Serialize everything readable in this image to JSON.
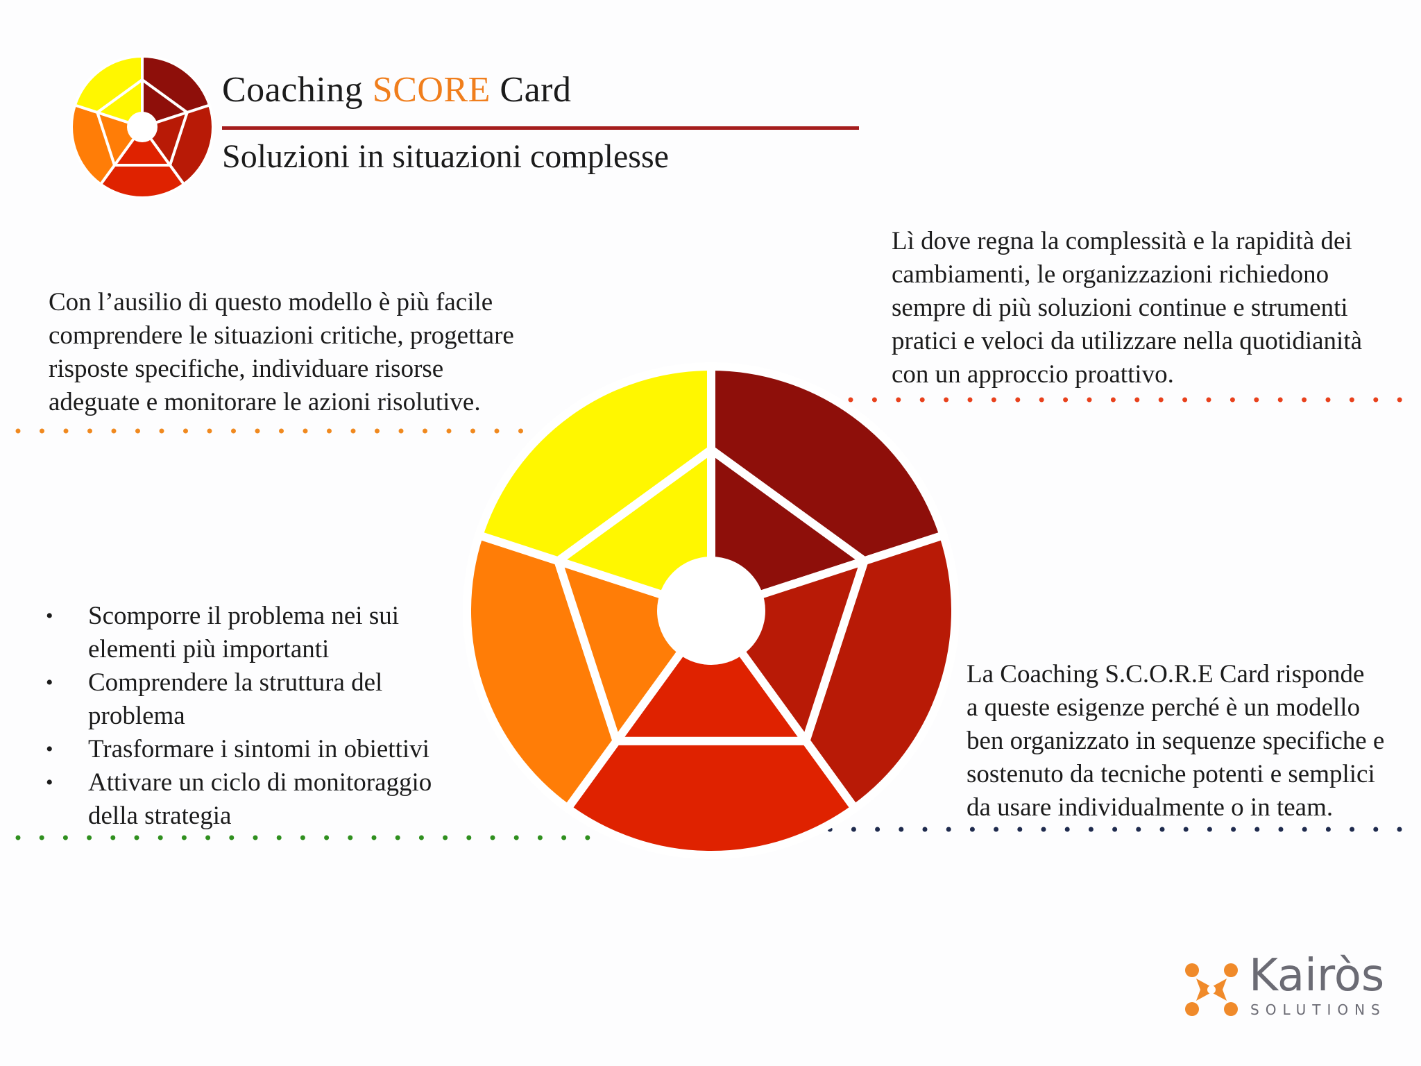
{
  "header": {
    "title_part1": "Coaching ",
    "title_accent": "SCORE",
    "title_part2": " Card",
    "subtitle": "Soluzioni in situazioni complesse"
  },
  "paragraphs": {
    "left_lines": [
      "Con l’ausilio di questo modello è più facile",
      "comprendere le situazioni critiche, progettare",
      "risposte specifiche, individuare risorse",
      "adeguate e monitorare le azioni risolutive."
    ],
    "top_right_lines": [
      "Lì dove regna la complessità e la rapidità dei",
      "cambiamenti, le organizzazioni richiedono",
      "sempre di più soluzioni continue e strumenti",
      "pratici e veloci da utilizzare nella quotidianità",
      "con un approccio proattivo."
    ],
    "bottom_right_lines": [
      "La Coaching S.C.O.R.E Card risponde",
      "a queste esigenze perché è un modello",
      "ben organizzato in sequenze specifiche e",
      "sostenuto da tecniche potenti e semplici",
      "da usare individualmente o in team."
    ]
  },
  "bullets": [
    {
      "marker": "•",
      "lines": [
        "Scomporre il problema nei sui",
        "elementi più importanti"
      ]
    },
    {
      "marker": "•",
      "lines": [
        "Comprendere la struttura del",
        "problema"
      ]
    },
    {
      "marker": "•",
      "lines": [
        "Trasformare i sintomi in obiettivi"
      ]
    },
    {
      "marker": "•",
      "lines": [
        "Attivare un ciclo di monitoraggio",
        "della strategia"
      ]
    }
  ],
  "colors": {
    "segment_yellow": "#fff700",
    "segment_dark_red": "#8e0f0a",
    "segment_red": "#b81a06",
    "segment_bright_red": "#df2200",
    "segment_orange": "#ff7d07",
    "title_accent": "#f07e1c",
    "title_rule": "#a51d1d",
    "dots_orange": "#f0891f",
    "dots_red": "#e8411c",
    "dots_green": "#2f8f1e",
    "dots_navy": "#1e2a4d",
    "logo_orange": "#f08a2a",
    "logo_gray": "#6b6b74"
  },
  "logo": {
    "name": "Kairòs",
    "tagline": "SOLUTIONS"
  }
}
